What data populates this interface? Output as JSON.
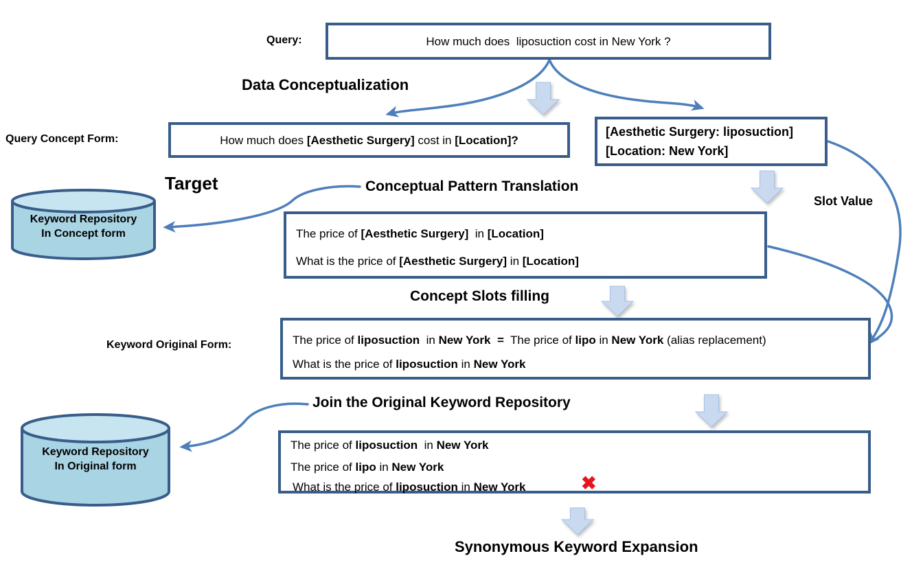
{
  "colors": {
    "box_border": "#385d8a",
    "connector_blue": "#4e7fba",
    "block_arrow_fill": "#c9daf0",
    "cylinder_fill": "#a9d4e4",
    "cylinder_top_fill": "#c7e5f0",
    "reject_red": "#e8141b"
  },
  "labels": {
    "query": "Query:",
    "data_conceptualization": "Data Conceptualization",
    "query_concept_form": "Query Concept Form:",
    "target": "Target",
    "conceptual_pattern_translation": "Conceptual Pattern Translation",
    "slot_value": "Slot Value",
    "concept_slots_filling": "Concept Slots filling",
    "keyword_original_form": "Keyword Original Form:",
    "join_original_keyword_repository": "Join the Original Keyword Repository",
    "synonymous_keyword_expansion": "Synonymous Keyword Expansion"
  },
  "boxes": {
    "query": {
      "lines": [
        [
          {
            "t": "How much does  liposuction cost in New York ?",
            "b": false
          }
        ]
      ]
    },
    "query_concept_form": {
      "lines": [
        [
          {
            "t": "How much does ",
            "b": false
          },
          {
            "t": "[Aesthetic Surgery]",
            "b": true
          },
          {
            "t": " cost in ",
            "b": false
          },
          {
            "t": "[Location]?",
            "b": true
          }
        ]
      ]
    },
    "slot_values": {
      "lines": [
        [
          {
            "t": "[Aesthetic Surgery: liposuction]",
            "b": true
          }
        ],
        [
          {
            "t": "[Location: New York]",
            "b": true
          }
        ]
      ]
    },
    "pattern": {
      "lines": [
        [
          {
            "t": "The price of ",
            "b": false
          },
          {
            "t": "[Aesthetic Surgery]",
            "b": true
          },
          {
            "t": "  in ",
            "b": false
          },
          {
            "t": "[Location]",
            "b": true
          }
        ],
        [
          {
            "t": "What is the price of ",
            "b": false
          },
          {
            "t": "[Aesthetic Surgery]",
            "b": true
          },
          {
            "t": " in ",
            "b": false
          },
          {
            "t": "[Location]",
            "b": true
          }
        ]
      ]
    },
    "keyword_original": {
      "lines": [
        [
          {
            "t": "The price of ",
            "b": false
          },
          {
            "t": "liposuction",
            "b": true
          },
          {
            "t": "  in ",
            "b": false
          },
          {
            "t": "New York",
            "b": true
          },
          {
            "t": "  ",
            "b": false
          },
          {
            "t": "=",
            "b": true
          },
          {
            "t": "  The price of ",
            "b": false
          },
          {
            "t": "lipo",
            "b": true
          },
          {
            "t": " in ",
            "b": false
          },
          {
            "t": "New York",
            "b": true
          },
          {
            "t": " (alias replacement)",
            "b": false
          }
        ],
        [
          {
            "t": "What is the price of ",
            "b": false
          },
          {
            "t": "liposuction",
            "b": true
          },
          {
            "t": " in ",
            "b": false
          },
          {
            "t": "New York",
            "b": true
          }
        ]
      ]
    },
    "joined": {
      "lines": [
        [
          {
            "t": "The price of ",
            "b": false
          },
          {
            "t": "liposuction",
            "b": true
          },
          {
            "t": "  in ",
            "b": false
          },
          {
            "t": "New York",
            "b": true
          }
        ],
        [
          {
            "t": "The price of ",
            "b": false
          },
          {
            "t": "lipo",
            "b": true
          },
          {
            "t": " in ",
            "b": false
          },
          {
            "t": "New York",
            "b": true
          }
        ],
        [
          {
            "t": "What is the price of ",
            "b": false
          },
          {
            "t": "liposuction",
            "b": true
          },
          {
            "t": " in ",
            "b": false
          },
          {
            "t": "New York",
            "b": true
          }
        ]
      ]
    }
  },
  "cylinders": {
    "concept": {
      "line1": "Keyword Repository",
      "line2": "In Concept form"
    },
    "original": {
      "line1": "Keyword Repository",
      "line2": "In Original form"
    }
  },
  "icons": {
    "reject_x": "✖"
  }
}
